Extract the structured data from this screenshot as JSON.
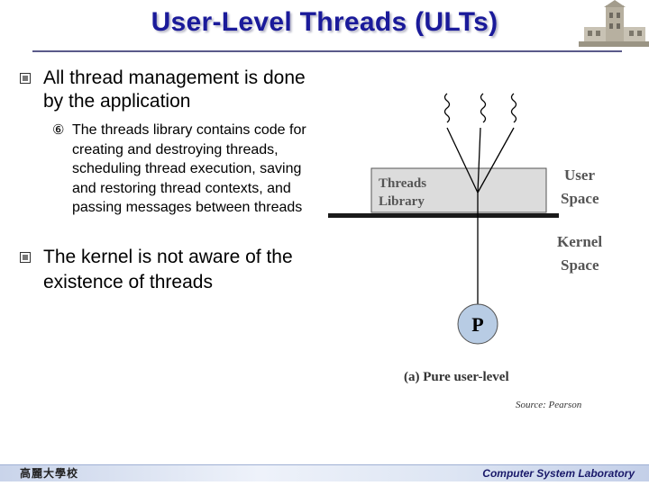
{
  "title": "User-Level Threads (ULTs)",
  "bullets": [
    {
      "text": "All thread management is done by the application"
    },
    {
      "text": "The kernel is not aware of the existence of threads"
    }
  ],
  "sub_bullet": {
    "glyph": "⑥",
    "text": "The threads library contains code for creating and destroying threads, scheduling thread execution, saving and restoring thread contexts, and passing messages between threads"
  },
  "diagram": {
    "library_lines": [
      "Threads",
      "Library"
    ],
    "user_space_lines": [
      "User",
      "Space"
    ],
    "kernel_space_lines": [
      "Kernel",
      "Space"
    ],
    "process_label": "P",
    "caption": "(a) Pure user-level"
  },
  "source": "Source: Pearson",
  "footer": {
    "left": "高麗大學校",
    "right": "Computer System Laboratory"
  },
  "colors": {
    "title": "#1a1a9a",
    "library_box": "#dcdcdc",
    "process_circle": "#b8cce4",
    "kernel_bar": "#1a1a1a"
  }
}
